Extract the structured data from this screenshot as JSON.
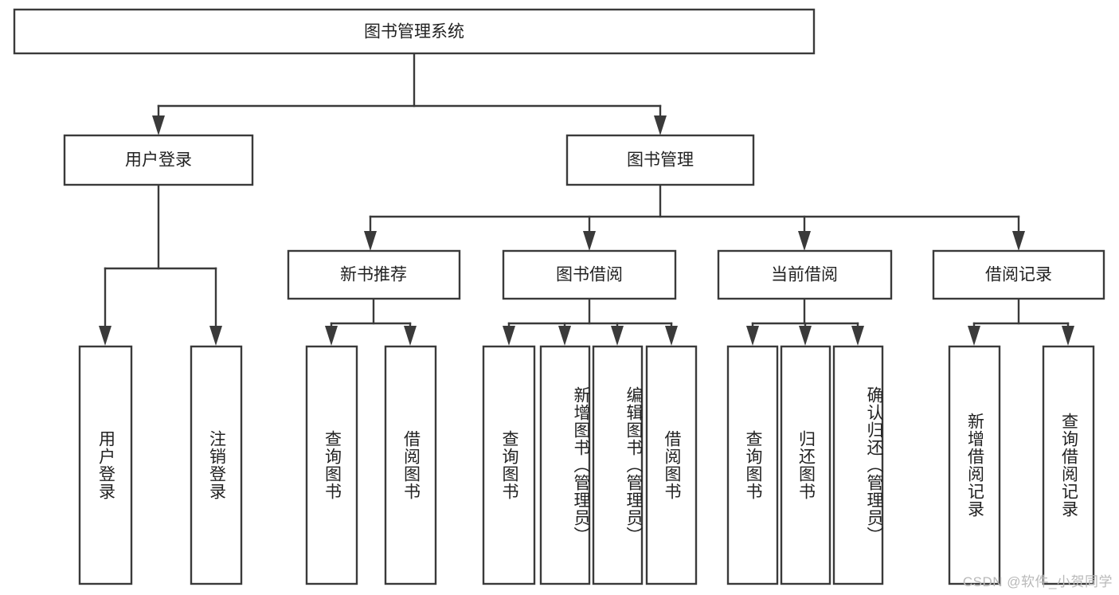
{
  "diagram": {
    "title": "图书管理系统",
    "type": "hierarchy-tree",
    "watermark": "CSDN @软件_小贺同学",
    "colors": {
      "stroke": "#3a3a3a",
      "fill": "#ffffff",
      "text": "#222222",
      "watermark": "#b9b9b9"
    },
    "levels": {
      "root": {
        "label": "图书管理系统"
      },
      "level2": [
        {
          "label": "用户登录"
        },
        {
          "label": "图书管理"
        }
      ],
      "level3": [
        {
          "label": "新书推荐"
        },
        {
          "label": "图书借阅"
        },
        {
          "label": "当前借阅"
        },
        {
          "label": "借阅记录"
        }
      ],
      "leaves": [
        {
          "label": "用户登录",
          "parent": "用户登录"
        },
        {
          "label": "注销登录",
          "parent": "用户登录"
        },
        {
          "label": "查询图书",
          "parent": "新书推荐"
        },
        {
          "label": "借阅图书",
          "parent": "新书推荐"
        },
        {
          "label": "查询图书",
          "parent": "图书借阅"
        },
        {
          "label": "新增图书（管理员）",
          "parent": "图书借阅"
        },
        {
          "label": "编辑图书（管理员）",
          "parent": "图书借阅"
        },
        {
          "label": "借阅图书",
          "parent": "图书借阅"
        },
        {
          "label": "查询图书",
          "parent": "当前借阅"
        },
        {
          "label": "归还图书",
          "parent": "当前借阅"
        },
        {
          "label": "确认归还（管理员）",
          "parent": "当前借阅"
        },
        {
          "label": "新增借阅记录",
          "parent": "借阅记录"
        },
        {
          "label": "查询借阅记录",
          "parent": "借阅记录"
        }
      ]
    }
  }
}
